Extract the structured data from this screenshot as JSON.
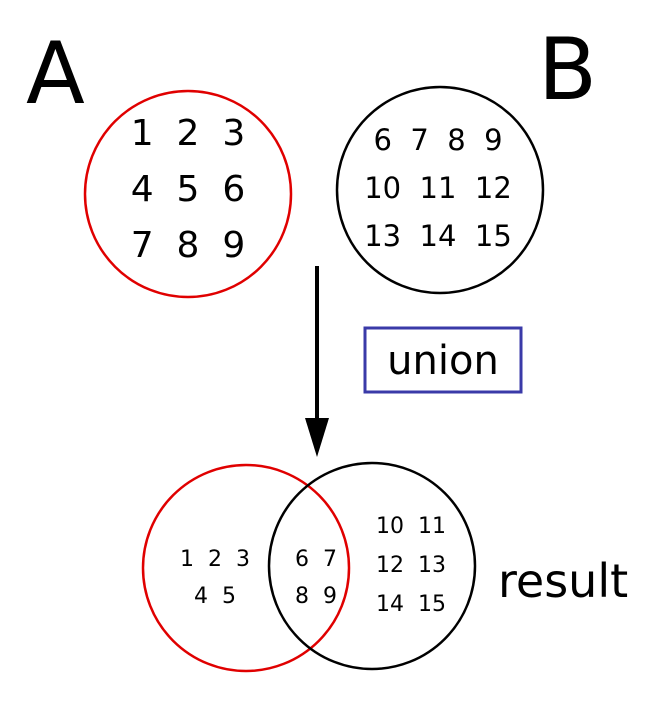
{
  "set_a": {
    "label": "A",
    "rows": [
      "1  2  3",
      "4  5  6",
      "7  8  9"
    ],
    "color": "#e00000"
  },
  "set_b": {
    "label": "B",
    "rows": [
      "6  7  8  9",
      "10  11  12",
      "13  14  15"
    ],
    "color": "#000000"
  },
  "operation": {
    "label": "union",
    "box_color": "#3a3aa8"
  },
  "result": {
    "label": "result",
    "a_only_rows": [
      "1  2  3",
      "4  5"
    ],
    "both_rows": [
      "6  7",
      "8  9"
    ],
    "b_only_rows": [
      "10  11",
      "12  13",
      "14  15"
    ]
  }
}
